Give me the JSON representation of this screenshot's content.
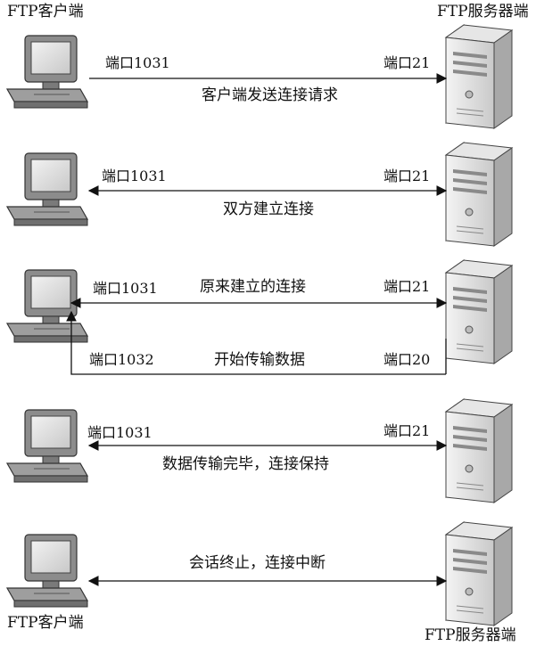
{
  "titles": {
    "client_top": "FTP客户端",
    "server_top": "FTP服务器端",
    "client_bottom": "FTP客户端",
    "server_bottom": "FTP服务器端"
  },
  "steps": [
    {
      "client_port": "端口1031",
      "server_port": "端口21",
      "caption": "客户端发送连接请求",
      "direction": "client-to-server"
    },
    {
      "client_port": "端口1031",
      "server_port": "端口21",
      "caption": "双方建立连接",
      "direction": "both"
    },
    {
      "client_port": "端口1031",
      "server_port": "端口21",
      "caption": "原来建立的连接",
      "direction": "both",
      "data_channel": {
        "client_port": "端口1032",
        "server_port": "端口20",
        "caption": "开始传输数据",
        "direction": "server-to-client"
      }
    },
    {
      "client_port": "端口1031",
      "server_port": "端口21",
      "caption": "数据传输完毕，连接保持",
      "direction": "both"
    },
    {
      "client_port": "",
      "server_port": "",
      "caption": "会话终止，连接中断",
      "direction": "both"
    }
  ],
  "icons": {
    "client": "computer-icon",
    "server": "server-icon"
  }
}
